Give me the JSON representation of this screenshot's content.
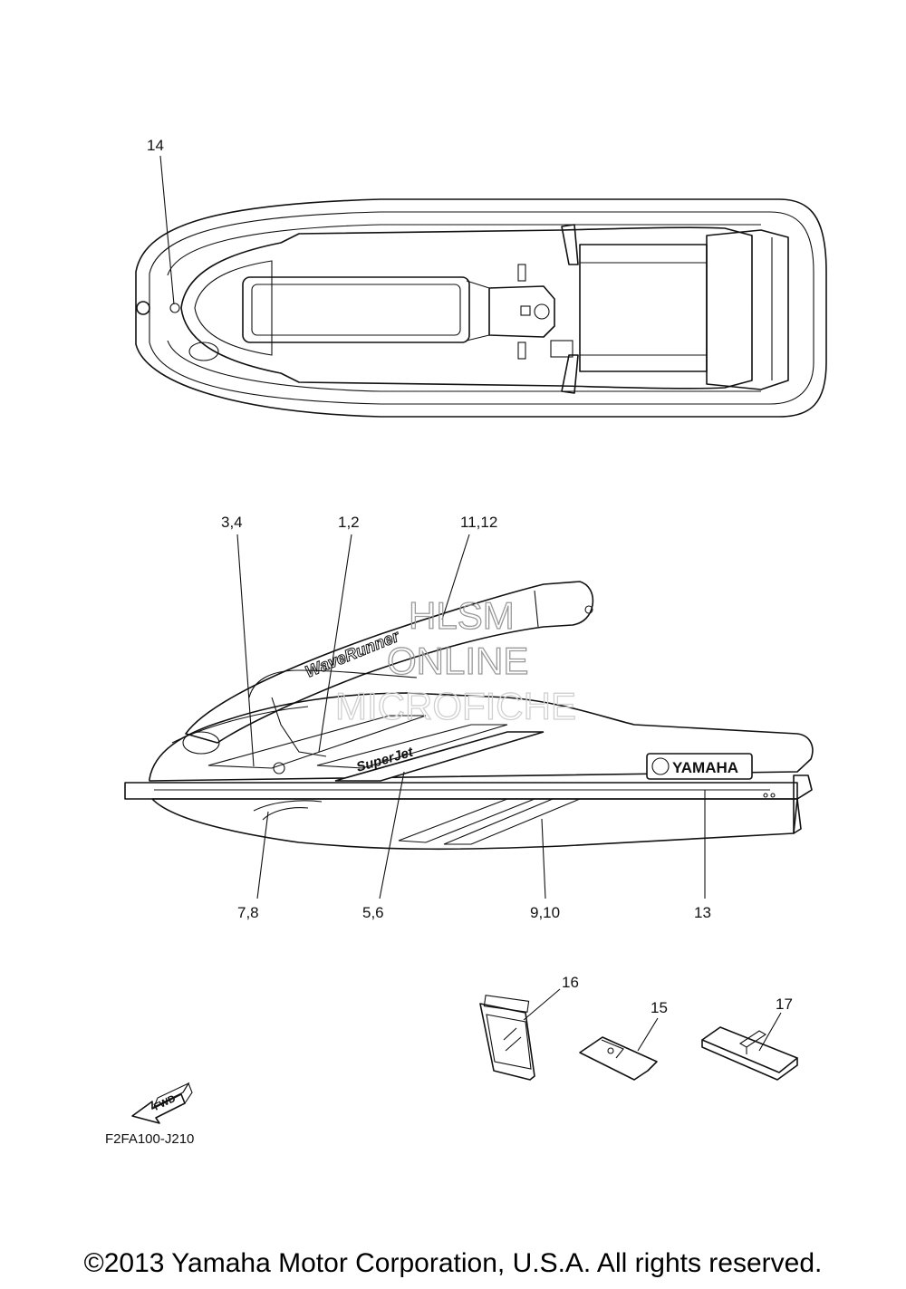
{
  "diagram": {
    "callouts": {
      "c14": "14",
      "c34": "3,4",
      "c12": "1,2",
      "c1112": "11,12",
      "c78": "7,8",
      "c56": "5,6",
      "c910": "9,10",
      "c13": "13",
      "c16": "16",
      "c15": "15",
      "c17": "17"
    },
    "fwd_label": "FWD",
    "diagram_code": "F2FA100-J210",
    "hull_brand": "YAMAHA",
    "deck_graphic": "WaveRunner",
    "watermark": [
      "HLSM",
      "ONLINE",
      "MICROFICHE"
    ]
  },
  "footer": {
    "copyright": "©2013 Yamaha Motor Corporation, U.S.A. All rights reserved."
  }
}
